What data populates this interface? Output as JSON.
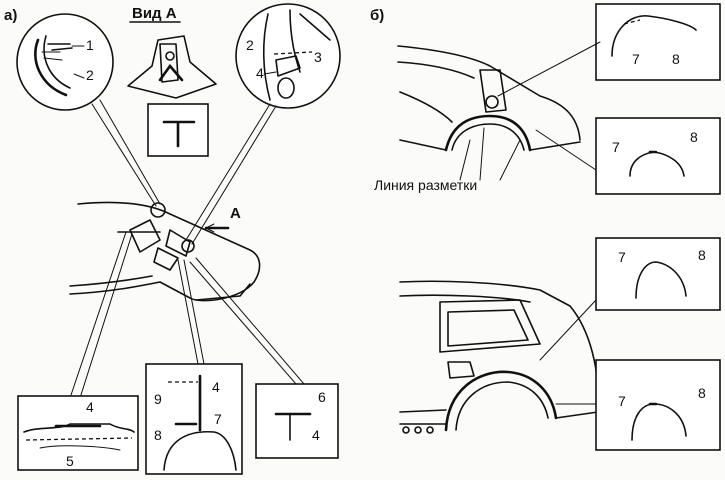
{
  "panels": {
    "a": "а)",
    "b": "б)"
  },
  "view_a": {
    "title": "Вид А",
    "arrow_label": "А"
  },
  "callouts": {
    "c1": "1",
    "c2": "2",
    "c2b": "2",
    "c3": "3",
    "c4a": "4",
    "c4b": "4",
    "c4c": "4",
    "c4d": "4",
    "c5": "5",
    "c6": "6",
    "c7": "7",
    "c8": "8",
    "c9": "9"
  },
  "right_callouts": {
    "r1_7": "7",
    "r1_8": "8",
    "r2_7": "7",
    "r2_8": "8",
    "r3_7": "7",
    "r3_8": "8",
    "r4_7": "7",
    "r4_8": "8"
  },
  "marking_line_label": "Линия разметки"
}
